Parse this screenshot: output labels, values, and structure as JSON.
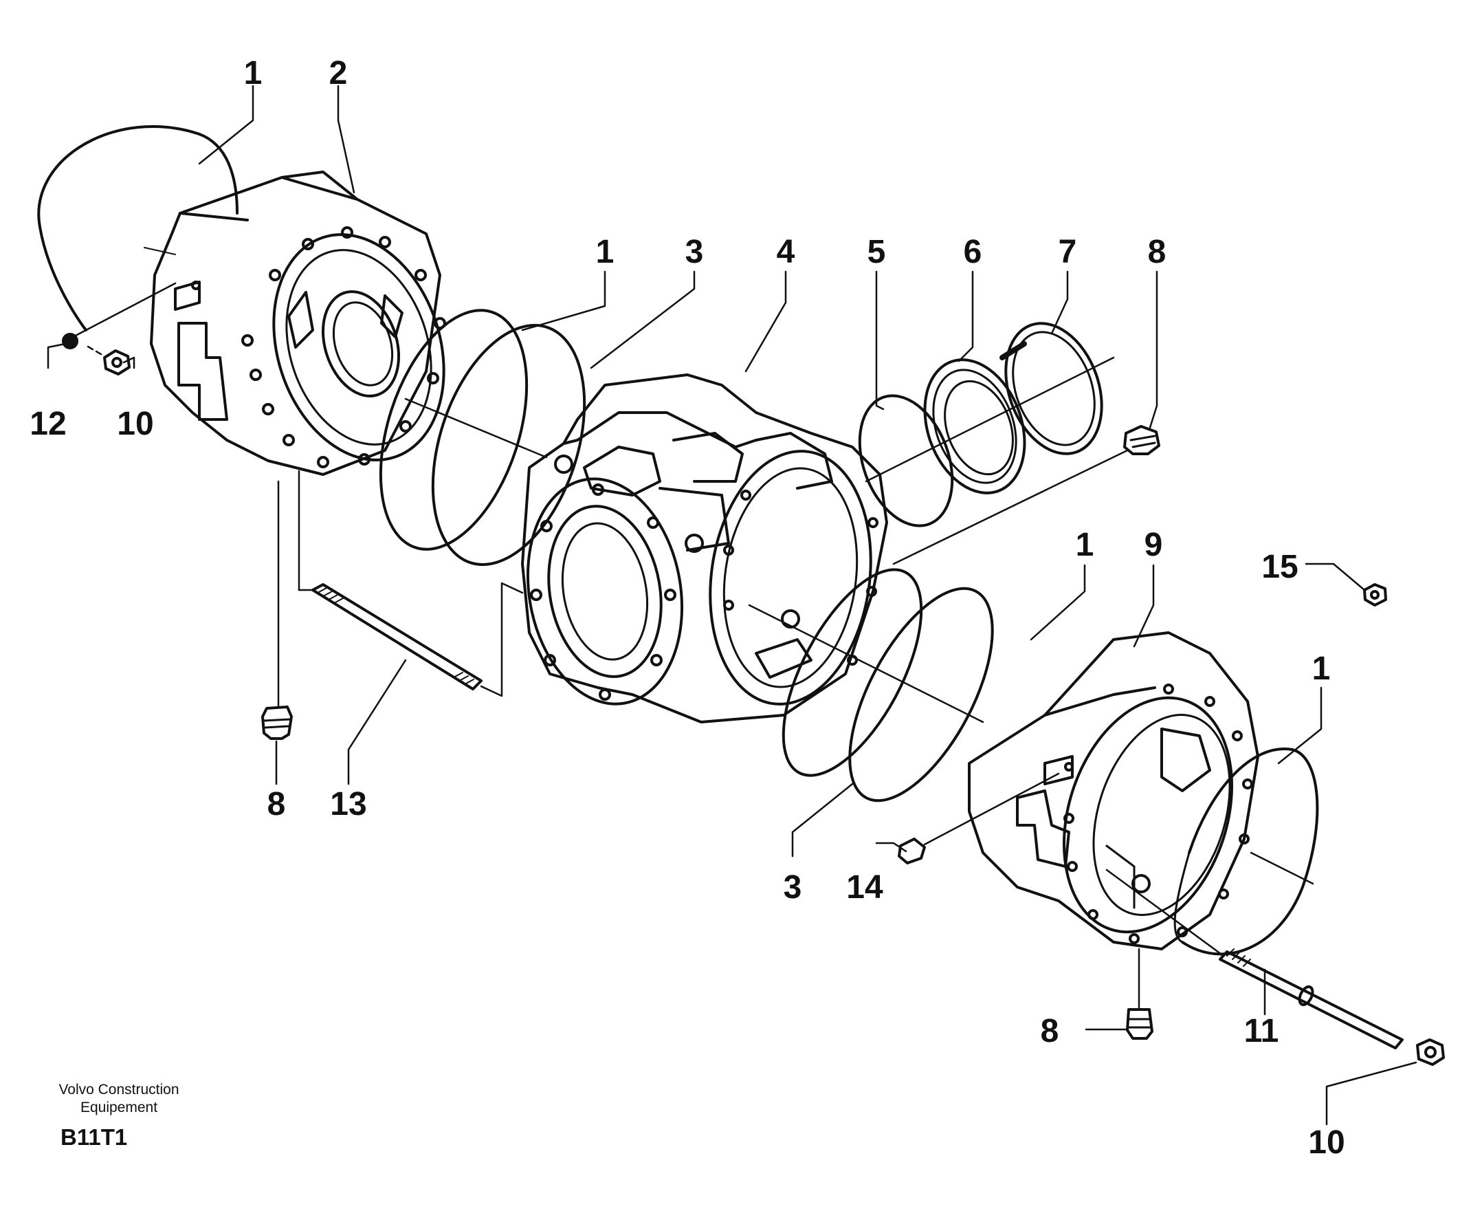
{
  "diagram": {
    "callouts": {
      "c1": "1",
      "c2": "2",
      "c12": "12",
      "c10a": "10",
      "c1b": "1",
      "c3a": "3",
      "c4": "4",
      "c5": "5",
      "c6": "6",
      "c7": "7",
      "c8a": "8",
      "c8b": "8",
      "c13": "13",
      "c1c": "1",
      "c9": "9",
      "c15": "15",
      "c1d": "1",
      "c3b": "3",
      "c14": "14",
      "c8c": "8",
      "c11": "11",
      "c10b": "10"
    },
    "publisher": {
      "line1": "Volvo Construction",
      "line2": "Equipement"
    },
    "drawing_code": "B11T1"
  }
}
